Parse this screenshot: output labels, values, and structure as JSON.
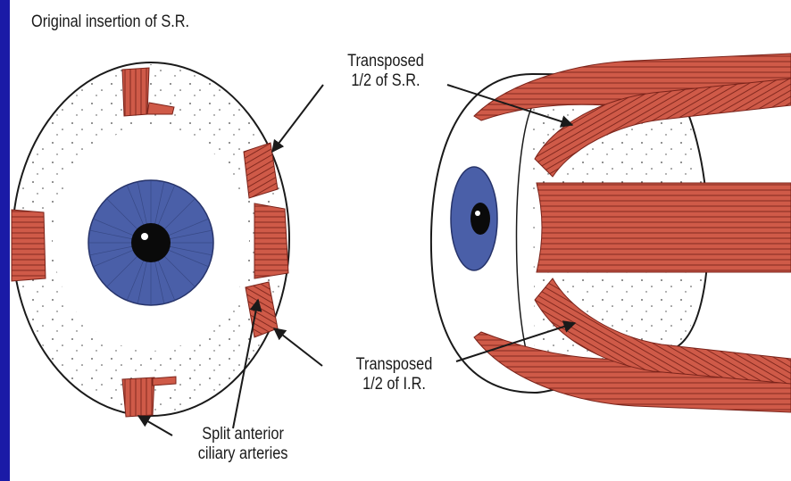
{
  "labels": {
    "original_insertion": "Original insertion of S.R.",
    "transposed_sr_line1": "Transposed",
    "transposed_sr_line2": "1/2 of S.R.",
    "transposed_ir_line1": "Transposed",
    "transposed_ir_line2": "1/2 of I.R.",
    "split_arteries_line1": "Split anterior",
    "split_arteries_line2": "ciliary arteries"
  },
  "colors": {
    "frame": "#1a1aa6",
    "background": "#ffffff",
    "muscle": "#cf5a48",
    "muscle_line": "#7a231a",
    "iris": "#4a5fa8",
    "pupil": "#0a0a0a",
    "outline": "#1a1a1a"
  }
}
